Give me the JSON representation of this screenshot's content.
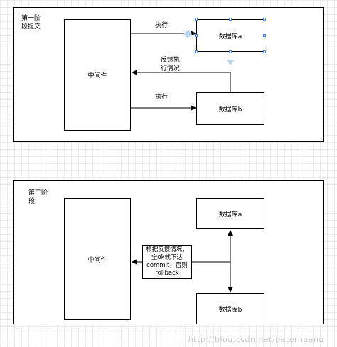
{
  "phase1": {
    "title": "第一阶\n段提交",
    "middleware": "中间件",
    "db_a": "数据库a",
    "db_b": "数据库b",
    "arrow_exec_a": "执行",
    "arrow_feedback": "反馈执\n行情况",
    "arrow_exec_b": "执行"
  },
  "phase2": {
    "title": "第二阶\n段",
    "middleware": "中间件",
    "db_a": "数据库a",
    "db_b": "数据库b",
    "decision": "根据反馈情况，\n全ok就下达\ncommit，否则\nrollback"
  },
  "watermark": "http://blog.csdn.net/peterhuang",
  "colors": {
    "selection": "#3b82f6",
    "hint_arrow": "#bcd3ee"
  }
}
